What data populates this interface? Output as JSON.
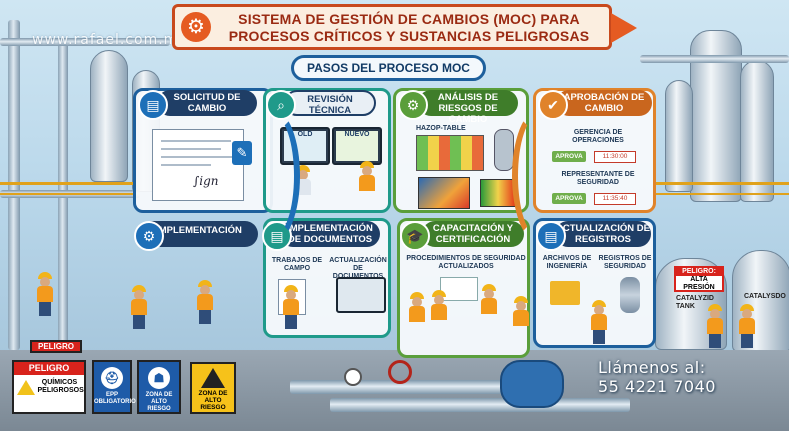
{
  "watermark": "www.rafael.com.mx",
  "header": {
    "title_line1": "SISTEMA DE GESTIÓN DE CAMBIOS (MOC) PARA",
    "title_line2": "PROCESOS CRÍTICOS Y SUSTANCIAS PELIGROSAS"
  },
  "steps_title": "PASOS DEL PROCESO MOC",
  "steps": [
    {
      "label": "SOLICITUD DE CAMBIO"
    },
    {
      "label": "REVISIÓN TÉCNICA",
      "screens": [
        "OLD",
        "NUEVO"
      ]
    },
    {
      "label": "ANÁLISIS DE RIESGOS DE CAMBIO",
      "table": "HAZOP-TABLE"
    },
    {
      "label": "APROBACIÓN DE CAMBIO",
      "approvals": [
        {
          "role": "GERENCIA DE OPERACIONES",
          "button": "APROVA",
          "time": "11:30:00"
        },
        {
          "role": "REPRESENTANTE DE SEGURIDAD",
          "button": "APROVA",
          "time": "11:35:40"
        }
      ]
    },
    {
      "label": "IMPLEMENTACIÓN"
    },
    {
      "label": "IMPLEMENTACIÓN DE DOCUMENTOS",
      "items": [
        "TRABAJOS DE CAMPO",
        "ACTUALIZACIÓN DE DOCUMENTOS"
      ]
    },
    {
      "label": "CAPACITACIÓN Y CERTIFICACIÓN",
      "caption": "PROCEDIMIENTOS DE SEGURIDAD ACTUALIZADOS"
    },
    {
      "label": "ACTUALIZACIÓN DE REGISTROS",
      "items": [
        "ARCHIVOS DE INGENIERÍA",
        "REGISTROS DE SEGURIDAD"
      ]
    }
  ],
  "signs": {
    "peligro_top": "PELIGRO",
    "peligro_bottom": "PELIGRO",
    "quimicos": "QUÍMICOS PELIGROSOS",
    "epp": "EPP OBLIGATORIO",
    "zona": "ZONA DE ALTO RIESGO",
    "zona_alto": "ZONA DE ALTO RIESGO",
    "peligro_alta": "PELIGRO:",
    "alta_presion": "ALTA PRESIÓN",
    "tank": "CATALYZID TANK",
    "catalysdo": "CATALYSDO"
  },
  "contact": {
    "line1": "Llámenos al:",
    "line2": "55 4221 7040"
  },
  "colors": {
    "accent": "#e55b22",
    "navy": "#1f3e66",
    "blue": "#1d6fb8",
    "teal": "#1f9a8a",
    "green": "#5a9e3a",
    "orange": "#e0832a"
  }
}
